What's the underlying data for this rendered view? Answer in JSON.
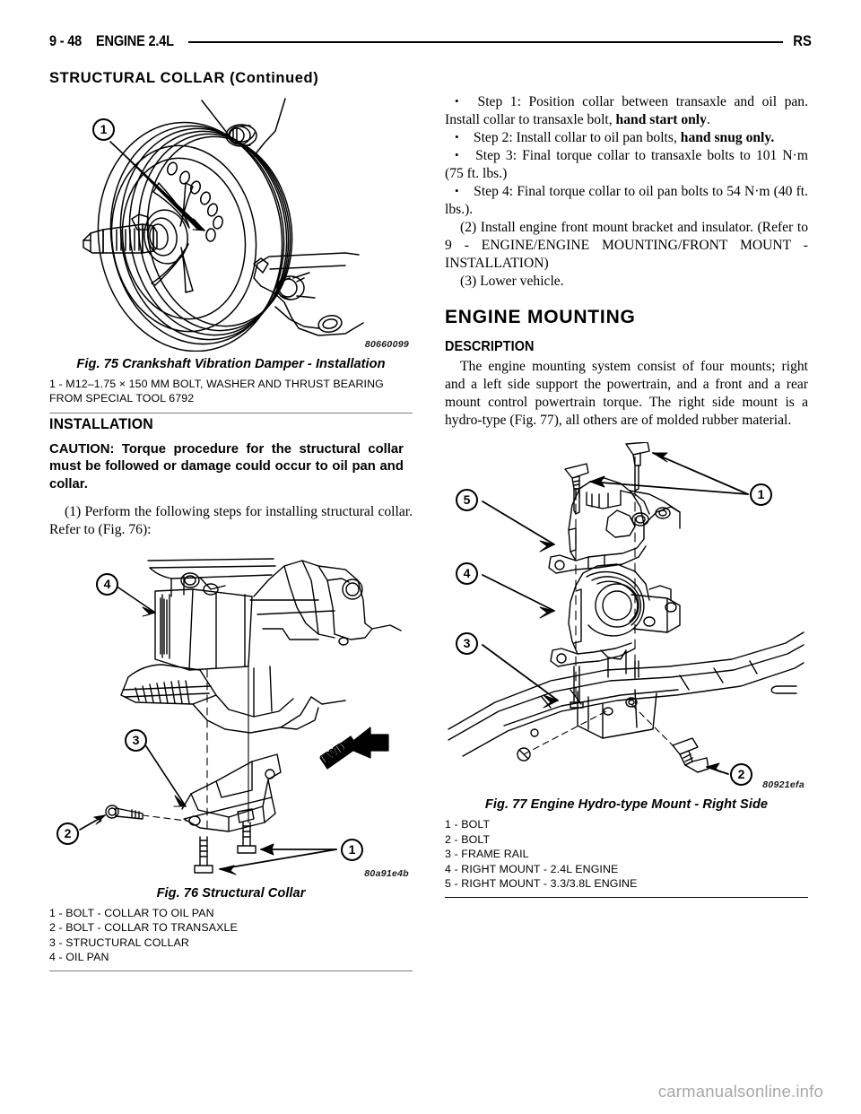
{
  "header": {
    "page_number": "9 - 48",
    "section_title": "ENGINE 2.4L",
    "revision": "RS",
    "continued_title": "STRUCTURAL COLLAR (Continued)"
  },
  "left_column": {
    "figure_75": {
      "id_code": "80660099",
      "caption": "Fig. 75 Crankshaft Vibration Damper - Installation",
      "legend": [
        "1 - M12–1.75 × 150 MM BOLT, WASHER AND THRUST BEARING FROM SPECIAL TOOL 6792"
      ],
      "callouts": [
        "1"
      ]
    },
    "installation_heading": "INSTALLATION",
    "caution": "CAUTION: Torque procedure for the structural collar must be followed or damage could occur to oil pan and collar.",
    "step_1": "(1) Perform the following steps for installing structural collar. Refer to (Fig. 76):",
    "figure_76": {
      "id_code": "80a91e4b",
      "caption": "Fig. 76 Structural Collar",
      "fwd_label": "FWD",
      "legend": [
        "1 - BOLT - COLLAR TO OIL PAN",
        "2 - BOLT - COLLAR TO TRANSAXLE",
        "3 - STRUCTURAL COLLAR",
        "4 - OIL PAN"
      ],
      "callouts": [
        "1",
        "2",
        "3",
        "4"
      ]
    }
  },
  "right_column": {
    "steps": [
      {
        "pre": "Step 1: Position collar between transaxle and oil pan. Install collar to transaxle bolt, ",
        "bold": "hand start only",
        "post": "."
      },
      {
        "pre": "Step 2: Install collar to oil pan bolts, ",
        "bold": "hand snug only.",
        "post": ""
      },
      {
        "pre": "Step 3: Final torque collar to transaxle bolts to 101 N·m (75 ft. lbs.)",
        "bold": "",
        "post": ""
      },
      {
        "pre": "Step 4: Final torque collar to oil pan bolts to 54 N·m (40 ft. lbs.).",
        "bold": "",
        "post": ""
      }
    ],
    "step_2": "(2) Install engine front mount bracket and insulator. (Refer to 9 - ENGINE/ENGINE MOUNTING/FRONT MOUNT - INSTALLATION)",
    "step_3": "(3) Lower vehicle.",
    "engine_mounting_heading": "ENGINE MOUNTING",
    "description_heading": "DESCRIPTION",
    "description_body": "The engine mounting system consist of four mounts; right and a left side support the powertrain, and a front and a rear mount control powertrain torque. The right side mount is a hydro-type (Fig. 77), all others are of molded rubber material.",
    "figure_77": {
      "id_code": "80921efa",
      "caption": "Fig. 77 Engine Hydro-type Mount - Right Side",
      "legend": [
        "1 - BOLT",
        "2 - BOLT",
        "3 - FRAME RAIL",
        "4 - RIGHT MOUNT - 2.4L ENGINE",
        "5 - RIGHT MOUNT - 3.3/3.8L ENGINE"
      ],
      "callouts": [
        "1",
        "2",
        "3",
        "4",
        "5"
      ]
    }
  },
  "footer": {
    "watermark": "carmanualsonline.info"
  },
  "colors": {
    "ink": "#000000",
    "rule_grey": "#7d7d7d",
    "watermark_grey": "#a8a8a8"
  }
}
